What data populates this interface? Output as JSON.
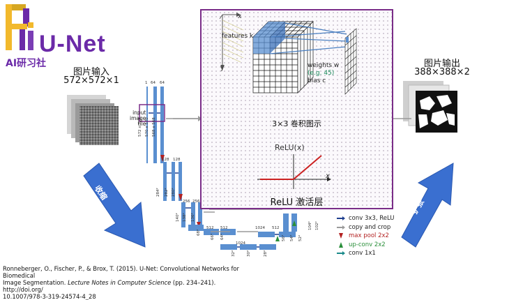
{
  "logo": {
    "brand": "U-Net",
    "sub": "AI研习社",
    "letters": "Ai"
  },
  "input": {
    "title": "图片输入",
    "size": "572×572×1"
  },
  "output": {
    "title": "图片输出",
    "size": "388×388×2"
  },
  "popup": {
    "conv_caption": "3×3 卷积图示",
    "relu_caption": "ReLU 激活层",
    "relu_label": "ReLU(x)",
    "x_axis": "x",
    "x_label": "x",
    "y_label": "y",
    "features": "features k",
    "weights": "weights w",
    "weights_eg": "(e.g. 45)",
    "bias": "bias c"
  },
  "network": {
    "input_tile": [
      "input",
      "image",
      "tile"
    ],
    "channels_top": [
      "1",
      "64",
      "64"
    ],
    "channels_2": [
      "128",
      "128"
    ],
    "channels_3": [
      "256",
      "256"
    ],
    "channels_4": [
      "512",
      "512"
    ],
    "channels_5": [
      "1024"
    ],
    "channels_up4": [
      "1024",
      "512"
    ],
    "size_labels": [
      "572 x 572",
      "570 x 570",
      "568 x 568",
      "284²",
      "282²",
      "280²",
      "140²",
      "138²",
      "136²",
      "68²",
      "66²",
      "64²",
      "32²",
      "30²",
      "28²"
    ],
    "dec_sizes": [
      "56²",
      "54²",
      "52²",
      "104²",
      "102²"
    ]
  },
  "arrows": {
    "contract": "收缩",
    "expand": "扩张"
  },
  "legend": [
    {
      "label": "conv 3x3, ReLU",
      "color": "#1f3f8f"
    },
    {
      "label": "copy and crop",
      "color": "#9a9a9a"
    },
    {
      "label": "max pool 2x2",
      "color": "#b32222"
    },
    {
      "label": "up-conv 2x2",
      "color": "#2a8f3a"
    },
    {
      "label": "conv 1x1",
      "color": "#1a8a8a"
    }
  ],
  "citation": {
    "line1": "Ronneberger, O., Fischer, P., & Brox, T. (2015). U-Net: Convolutional Networks for Biomedical",
    "line2a": "Image Segmentation. ",
    "line2b": "Lecture Notes in Computer Science",
    "line2c": " (pp. 234–241). http://doi.org/",
    "line3": "10.1007/978-3-319-24574-4_28"
  }
}
